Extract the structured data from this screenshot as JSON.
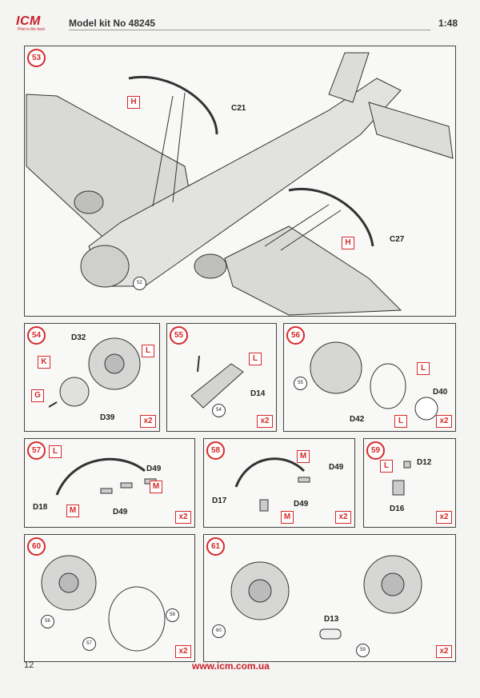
{
  "header": {
    "logo_text": "ICM",
    "logo_tagline": "Pilot is the best",
    "kit_number": "Model kit No 48245",
    "scale": "1:48"
  },
  "footer": {
    "page_number": "12",
    "website": "www.icm.com.ua"
  },
  "colors": {
    "accent_red": "#d62a2a",
    "brand_red": "#c8202b"
  },
  "steps": {
    "s53": {
      "number": "53",
      "labels": {
        "c21": "C21",
        "c27": "C27",
        "h1": "H",
        "h2": "H",
        "p52": "52"
      }
    },
    "s54": {
      "number": "54",
      "multiplier": "x2",
      "labels": {
        "d32": "D32",
        "d39": "D39",
        "k": "K",
        "g": "G",
        "l": "L"
      }
    },
    "s55": {
      "number": "55",
      "multiplier": "x2",
      "labels": {
        "d14": "D14",
        "l": "L",
        "p54": "54"
      }
    },
    "s56": {
      "number": "56",
      "multiplier": "x2",
      "labels": {
        "d40": "D40",
        "d42": "D42",
        "l1": "L",
        "l2": "L",
        "p55": "55"
      }
    },
    "s57": {
      "number": "57",
      "multiplier": "x2",
      "labels": {
        "d49a": "D49",
        "d49b": "D49",
        "d18": "D18",
        "l": "L",
        "m1": "M",
        "m2": "M"
      }
    },
    "s58": {
      "number": "58",
      "multiplier": "x2",
      "labels": {
        "d49a": "D49",
        "d49b": "D49",
        "d17": "D17",
        "m1": "M",
        "m2": "M"
      }
    },
    "s59": {
      "number": "59",
      "multiplier": "x2",
      "labels": {
        "d12": "D12",
        "d16": "D16",
        "l": "L"
      }
    },
    "s60": {
      "number": "60",
      "multiplier": "x2",
      "labels": {
        "p56": "56",
        "p57": "57",
        "p58": "58"
      }
    },
    "s61": {
      "number": "61",
      "multiplier": "x2",
      "labels": {
        "d13": "D13",
        "p60": "60",
        "p59": "59"
      }
    }
  }
}
